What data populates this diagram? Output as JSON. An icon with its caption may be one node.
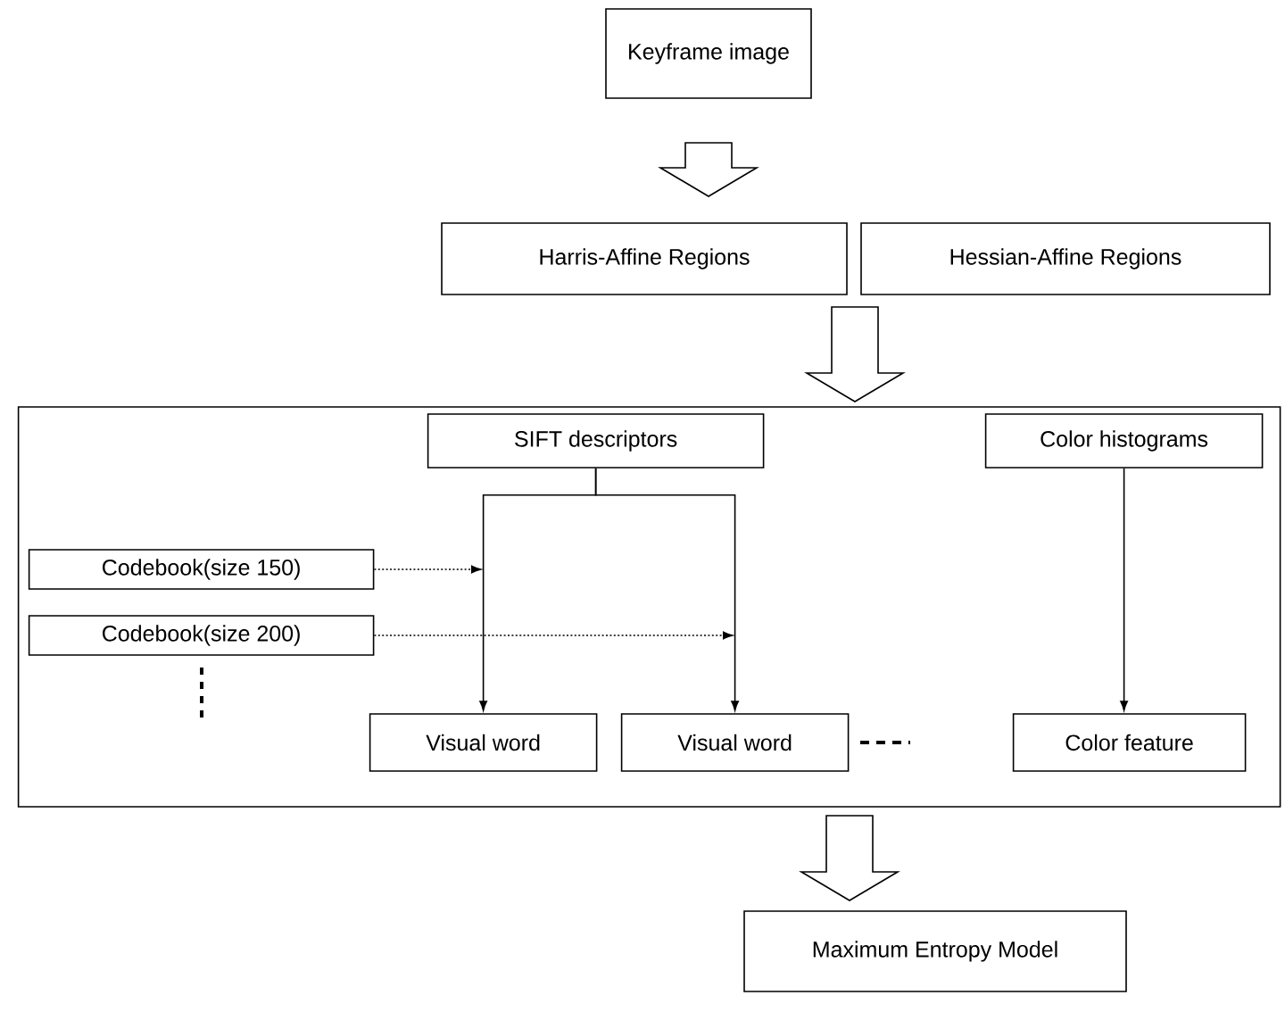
{
  "diagram": {
    "nodes": [
      {
        "text": [
          "Keyframe image"
        ]
      },
      {
        "text": [
          "Harris-Affine Regions"
        ]
      },
      {
        "text": [
          "Hessian-Affine Regions"
        ]
      },
      {
        "text": [],
        "shape": "box"
      },
      {
        "text": [
          "SIFT descriptors"
        ],
        "in": 3
      },
      {
        "text": [
          "Color histograms"
        ],
        "in": 3
      },
      {
        "text": [
          "Codebook(size 150)"
        ],
        "in": 3
      },
      {
        "text": [
          "Codebook(size 200)"
        ],
        "in": 3
      },
      {
        "text": [
          "Visual word"
        ],
        "in": 3
      },
      {
        "text": [
          "Visual word"
        ],
        "in": 3
      },
      {
        "text": [
          "Color feature"
        ],
        "in": 3
      },
      {
        "text": [
          "Maximum Entropy Model"
        ]
      }
    ],
    "edges": [
      {
        "from": 0,
        "to": 1,
        "arrow": "to",
        "style": "thick"
      },
      {
        "from": 1,
        "to": 3,
        "arrow": "to",
        "style": "thick"
      },
      {
        "from": 2,
        "to": 3,
        "arrow": "to",
        "style": "thick"
      },
      {
        "from": 3,
        "to": 11,
        "arrow": "to",
        "style": "thick"
      },
      {
        "from": 4,
        "to": 8,
        "arrow": "to"
      },
      {
        "from": 4,
        "to": 9,
        "arrow": "to"
      },
      {
        "from": 5,
        "to": 10,
        "arrow": "to"
      },
      {
        "from": 6,
        "to": null,
        "arrow": "to",
        "style": "dashed"
      },
      {
        "from": 7,
        "to": null,
        "arrow": "to",
        "style": "dashed"
      }
    ]
  }
}
